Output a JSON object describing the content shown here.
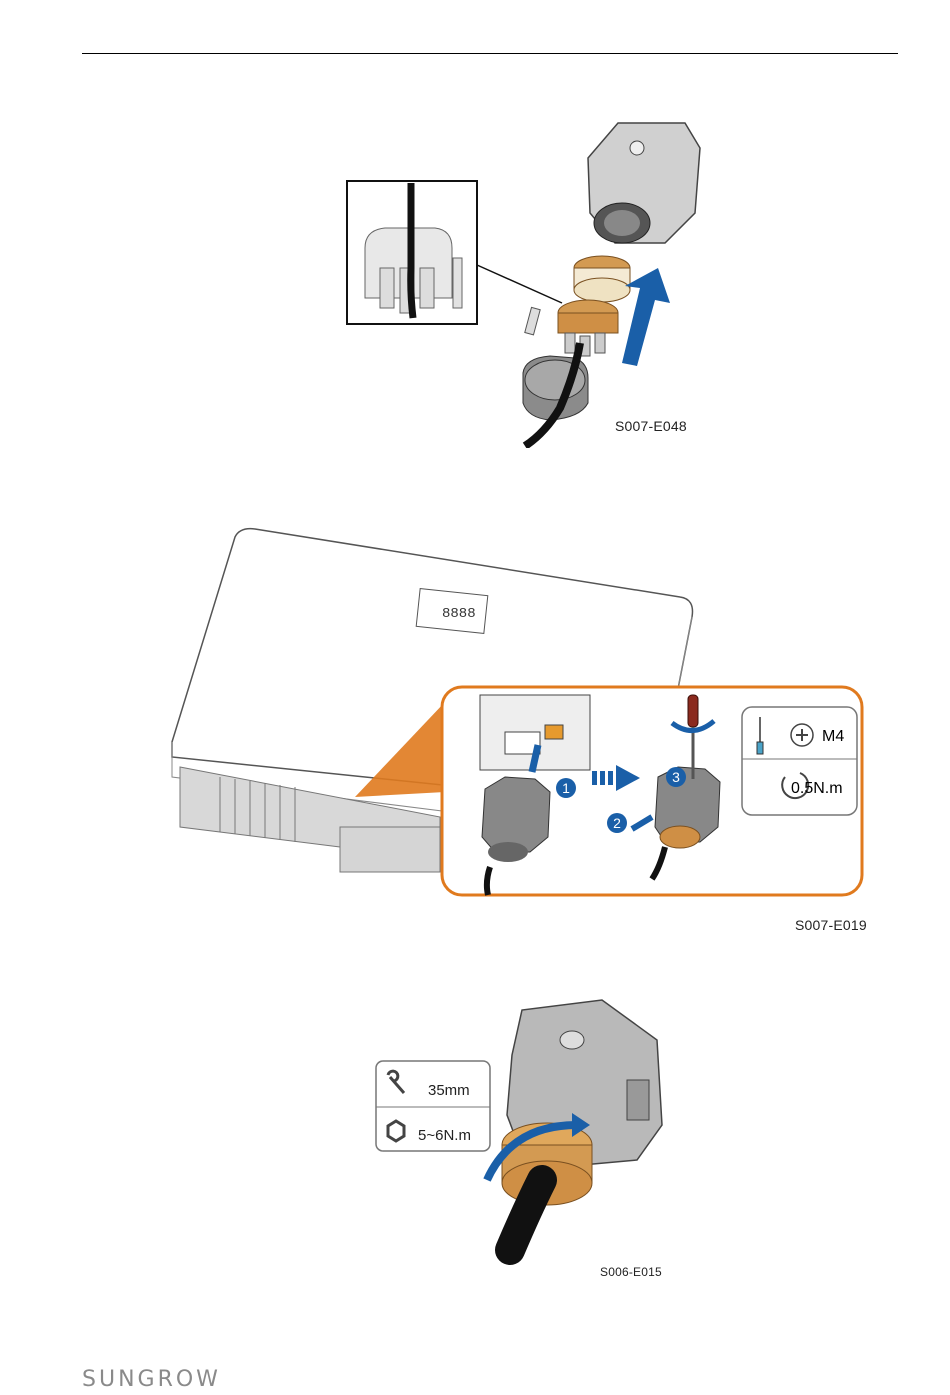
{
  "figures": [
    {
      "code": "S007-E048"
    },
    {
      "code": "S007-E019",
      "steps": [
        "1",
        "2",
        "3"
      ],
      "specs": {
        "screw": "M4",
        "torque": "0.5N.m"
      },
      "inverter_brand": "SUNGROW"
    },
    {
      "code": "S006-E015",
      "specs": {
        "wrench": "35mm",
        "torque": "5~6N.m"
      }
    }
  ],
  "footer": {
    "logo": "SUNGROW"
  },
  "colors": {
    "arrow_blue": "#1a5fa8",
    "callout_orange": "#e07a1e",
    "brass": "#d39a52"
  }
}
